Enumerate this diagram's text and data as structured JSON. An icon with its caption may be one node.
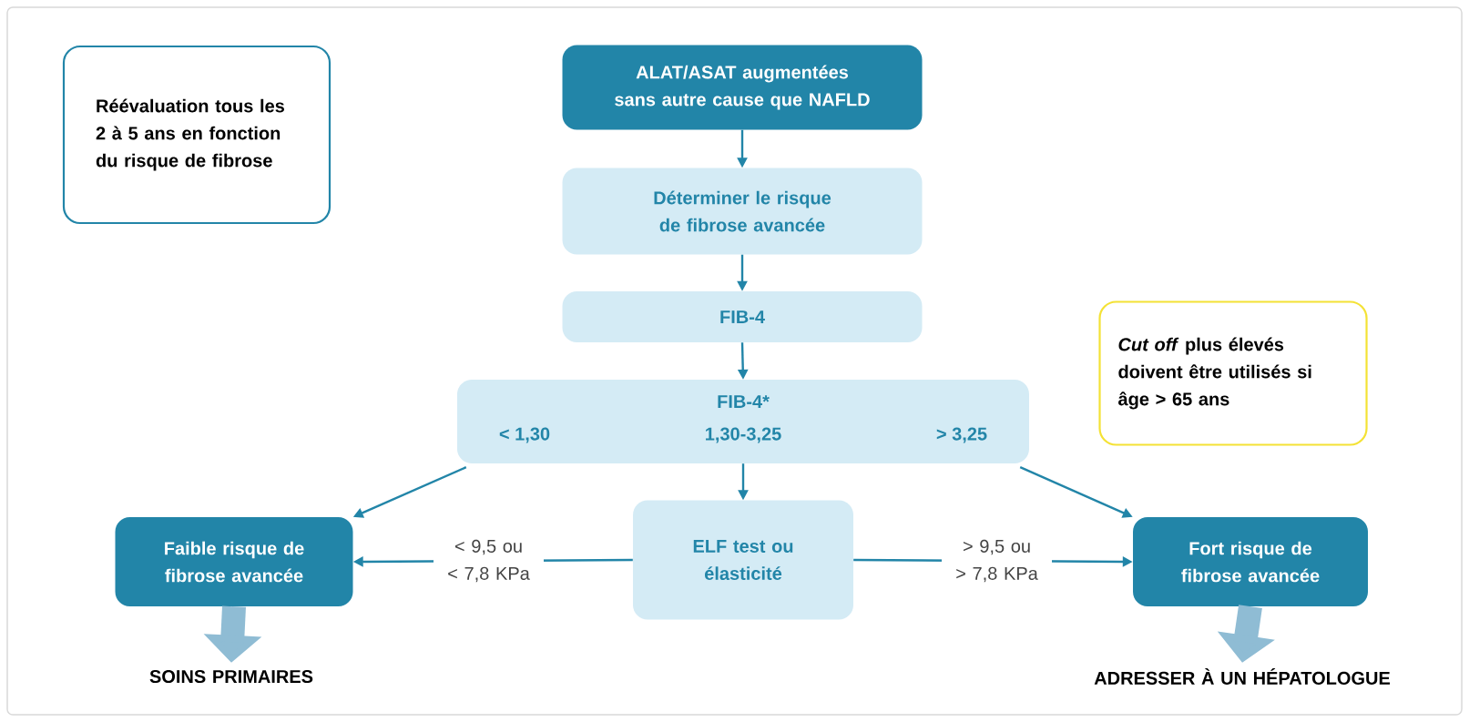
{
  "diagram": {
    "nodes": [
      {
        "text": [
          "Réévaluation tous les 2 à 5 ans en fonction du risque de fibrose"
        ]
      },
      {
        "text": [
          "ALAT/ASAT augmentées sans autre cause que NAFLD"
        ]
      },
      {
        "text": [
          "Déterminer le risque de fibrose avancée"
        ]
      },
      {
        "text": [
          "FIB-4"
        ]
      },
      {
        "text": [
          "FIB-4*",
          "< 1,30",
          "1,30-3,25",
          "> 3,25"
        ]
      },
      {
        "text": [
          "*Cut off* plus élevés doivent être utilisés si âge > 65 ans"
        ]
      },
      {
        "text": [
          "Faible risque de fibrose avancée"
        ]
      },
      {
        "text": [
          "ELF test ou élasticité"
        ]
      },
      {
        "text": [
          "Fort risque de fibrose avancée"
        ]
      },
      {
        "text": [
          "SOINS PRIMAIRES"
        ]
      },
      {
        "text": [
          "ADRESSER À UN HÉPATOLOGUE"
        ]
      }
    ],
    "edges": [
      {
        "from": 1,
        "to": 2,
        "arrow": "to"
      },
      {
        "from": 2,
        "to": 3,
        "arrow": "to"
      },
      {
        "from": 3,
        "to": 4,
        "arrow": "to"
      },
      {
        "from": 4,
        "to": 6,
        "arrow": "to"
      },
      {
        "from": 4,
        "to": 7,
        "arrow": "to"
      },
      {
        "from": 4,
        "to": 8,
        "arrow": "to"
      },
      {
        "from": 7,
        "to": 6,
        "arrow": "to",
        "label": "< 9,5 ou < 7,8 KPa"
      },
      {
        "from": 7,
        "to": 8,
        "arrow": "to",
        "label": "> 9,5 ou > 7,8 KPa"
      },
      {
        "from": 6,
        "to": 9,
        "arrow": "to",
        "style": "thick",
        "color": "#8fbcd4"
      },
      {
        "from": 8,
        "to": 10,
        "arrow": "to",
        "style": "thick",
        "color": "#8fbcd4"
      }
    ]
  }
}
